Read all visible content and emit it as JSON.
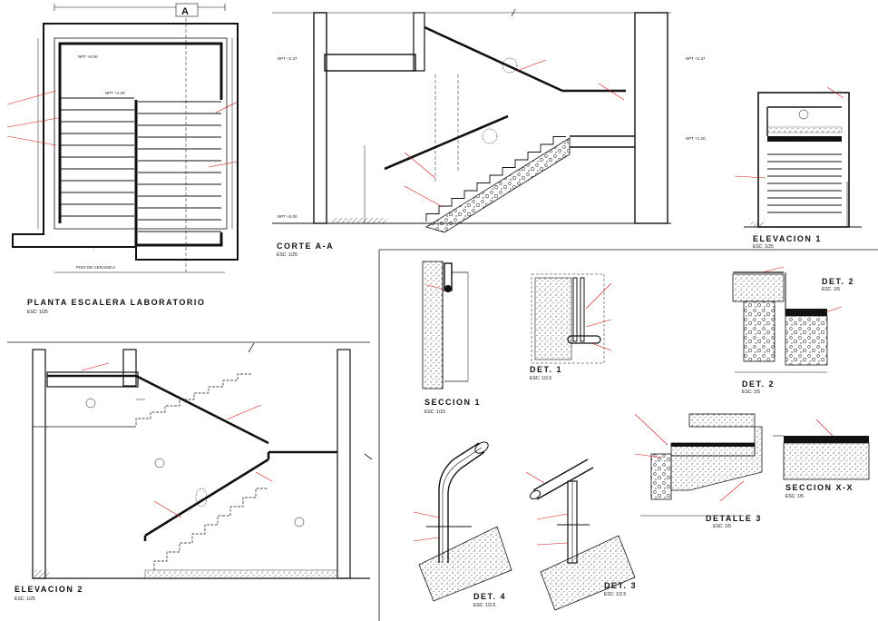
{
  "labels": {
    "plan_title": "PLANTA ESCALERA LABORATORIO",
    "plan_scale": "ESC: 1/25",
    "section_title": "CORTE A-A",
    "section_scale": "ESC: 1/25",
    "elev1_title": "ELEVACION 1",
    "elev1_scale": "ESC: 1/25",
    "elev2_title": "ELEVACION 2",
    "elev2_scale": "ESC: 1/25",
    "sec1_title": "SECCION 1",
    "sec1_scale": "ESC: 1/15",
    "det1_title": "DET. 1",
    "det1_scale": "ESC: 1/2.5",
    "det2_title": "DET. 2",
    "det2_scale": "ESC: 1/5",
    "det2b_title": "DET. 2",
    "det2b_scale": "ESC: 1/5",
    "det3_title": "DETALLE 3",
    "det3_scale": "ESC: 1/5",
    "secxx_title": "SECCION X-X",
    "secxx_scale": "ESC: 1/5",
    "det4_title": "DET. 4",
    "det4_scale": "ESC: 1/2.5",
    "det3b_title": "DET. 3",
    "det3b_scale": "ESC: 1/2.5",
    "axis_a": "A"
  },
  "colors": {
    "ink": "#111111",
    "leader": "#d01818",
    "hatch": "#555555"
  }
}
